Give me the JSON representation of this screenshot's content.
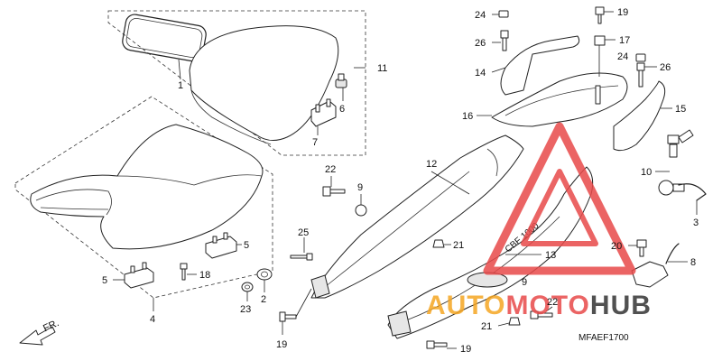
{
  "callouts": {
    "n1": "1",
    "n2": "2",
    "n3": "3",
    "n4": "4",
    "n5a": "5",
    "n5b": "5",
    "n6": "6",
    "n7": "7",
    "n8": "8",
    "n9a": "9",
    "n9b": "9",
    "n10": "10",
    "n11": "11",
    "n12": "12",
    "n13": "13",
    "n14": "14",
    "n15": "15",
    "n16": "16",
    "n17": "17",
    "n18": "18",
    "n19a": "19",
    "n19b": "19",
    "n19c": "19",
    "n20": "20",
    "n21a": "21",
    "n21b": "21",
    "n22a": "22",
    "n22b": "22",
    "n23": "23",
    "n24a": "24",
    "n24b": "24",
    "n25": "25",
    "n26a": "26",
    "n26b": "26"
  },
  "front_marker": "FR.",
  "drawing_code": "MFAEF1700",
  "cover_lettering": "CBF 1000",
  "watermark": {
    "part1": "AUTO",
    "part2": "MOTO",
    "part3": "HUB",
    "color_orange": "#f5a623",
    "color_red": "#e84a4a",
    "color_dark": "#333333"
  },
  "colors": {
    "line": "#222222",
    "background": "#ffffff"
  }
}
